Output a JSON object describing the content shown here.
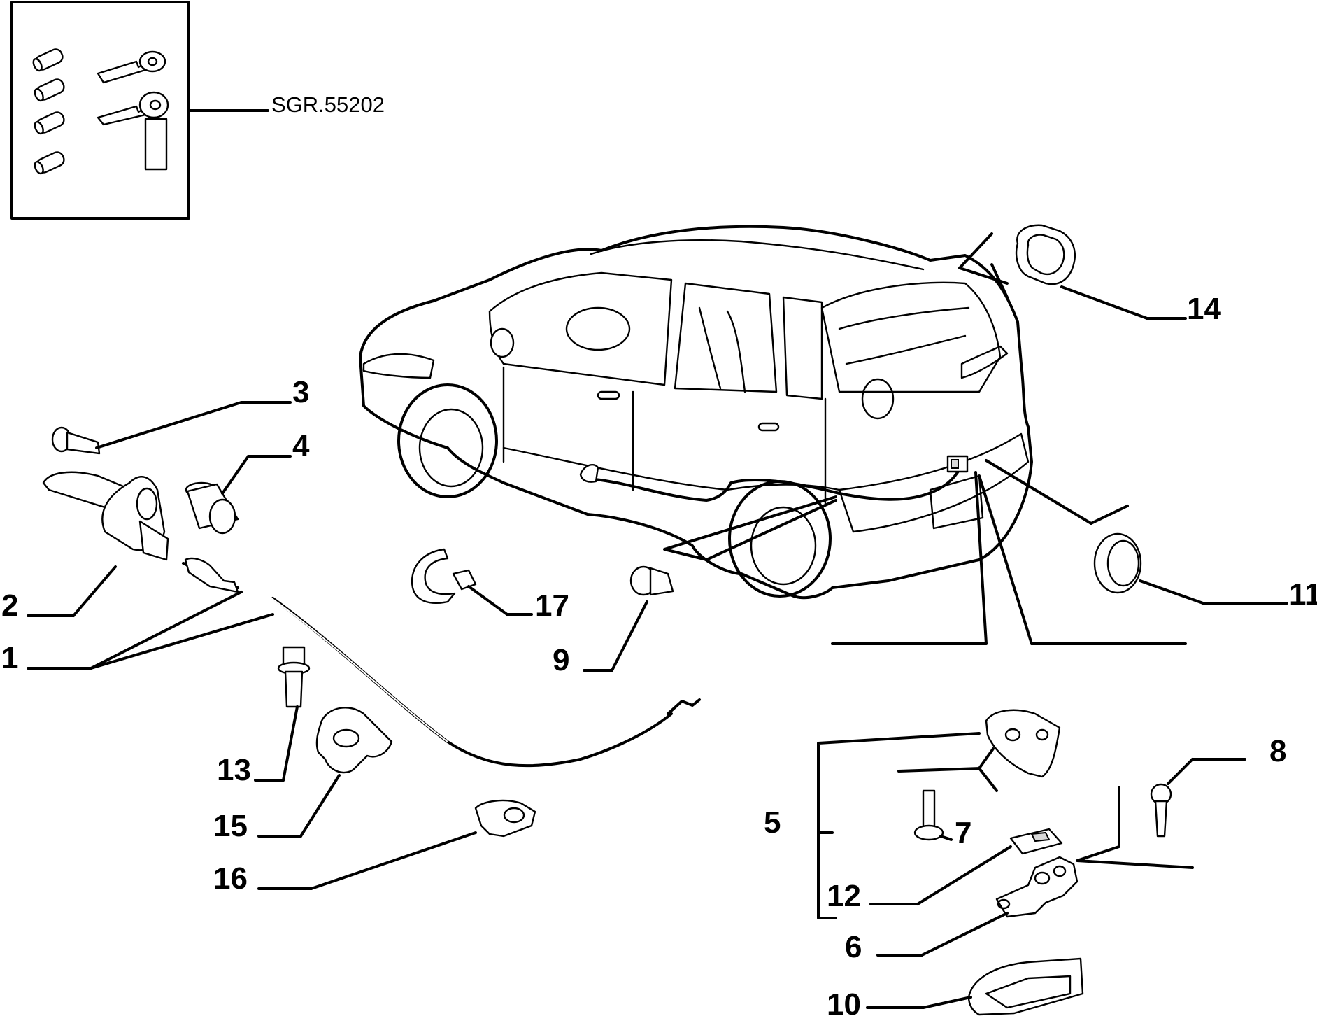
{
  "diagram": {
    "kit_reference": "SGR.55202",
    "callouts": [
      "1",
      "2",
      "3",
      "4",
      "5",
      "6",
      "7",
      "8",
      "9",
      "10",
      "11",
      "12",
      "13",
      "14",
      "15",
      "16",
      "17"
    ]
  }
}
